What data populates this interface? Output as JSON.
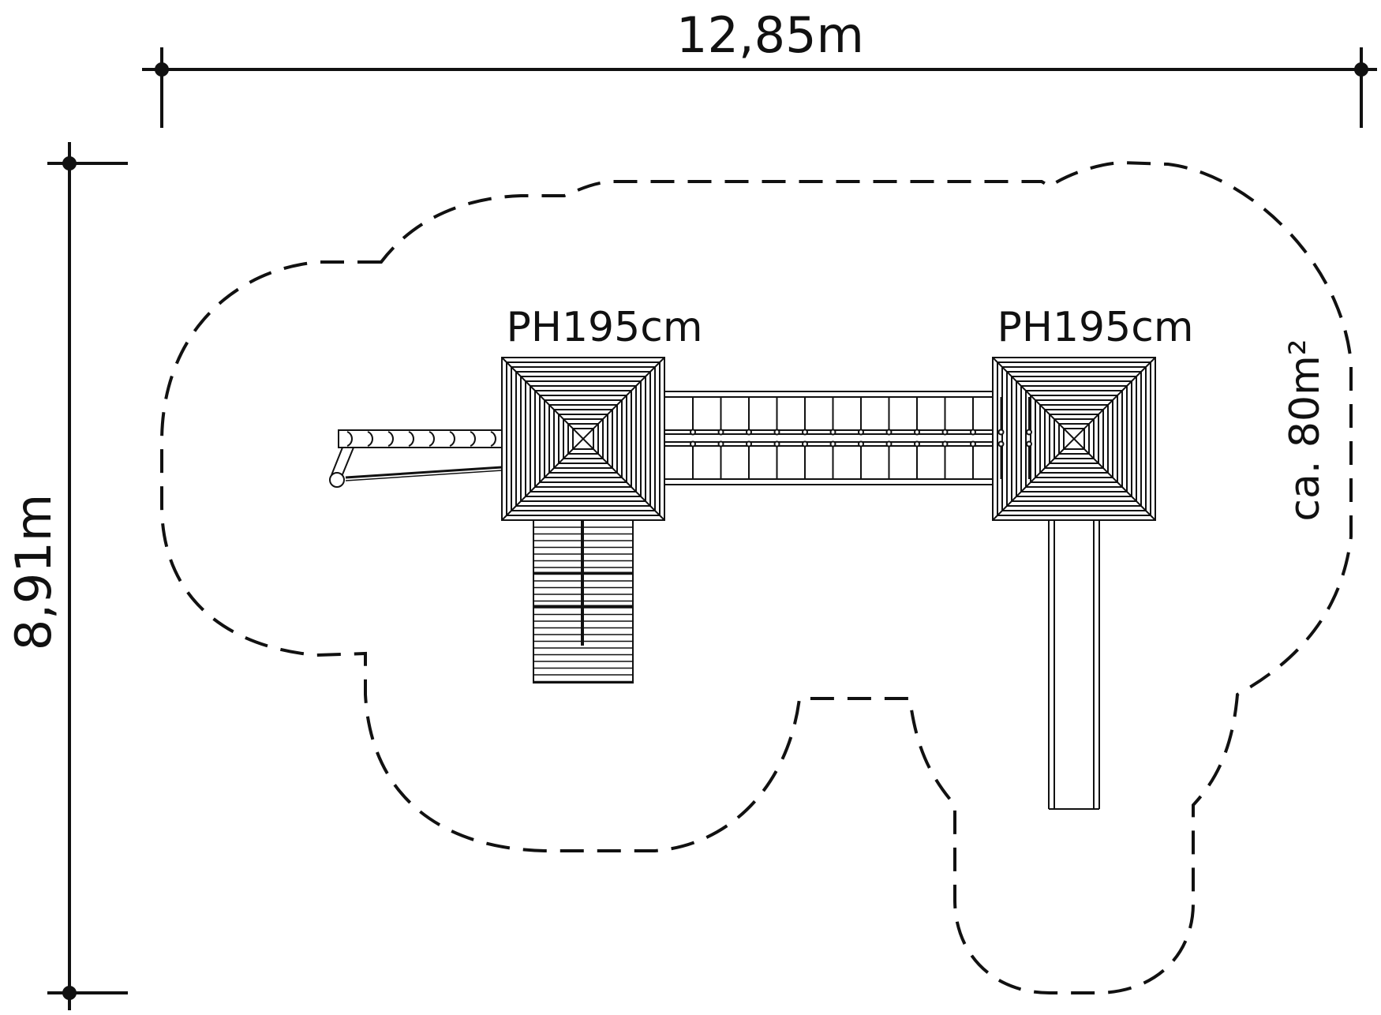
{
  "dimensions": {
    "width_label": "12,85m",
    "depth_label": "8,91m",
    "area_label": "ca. 80m²"
  },
  "towers": [
    {
      "height_label": "PH195cm"
    },
    {
      "height_label": "PH195cm"
    }
  ],
  "colors": {
    "line": "#111111",
    "background": "#ffffff"
  }
}
